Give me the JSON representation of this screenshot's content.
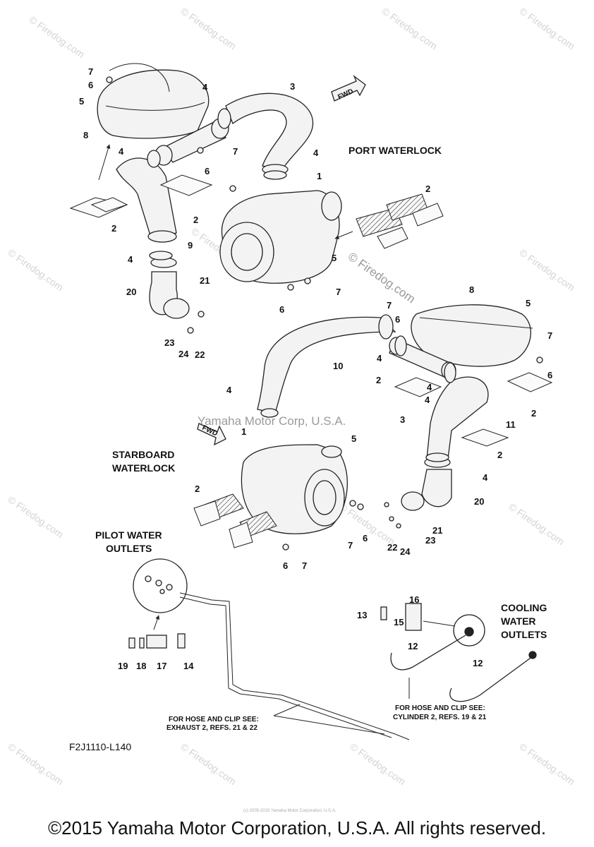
{
  "sections": {
    "port": "PORT WATERLOCK",
    "starboard_1": "STARBOARD",
    "starboard_2": "WATERLOCK",
    "pilot_1": "PILOT WATER",
    "pilot_2": "OUTLETS",
    "cooling_1": "COOLING",
    "cooling_2": "WATER",
    "cooling_3": "OUTLETS"
  },
  "notes": {
    "left_1": "FOR HOSE AND CLIP SEE:",
    "left_2": "EXHAUST 2, REFS. 21 & 22",
    "right_1": "FOR HOSE AND CLIP SEE:",
    "right_2": "CYLINDER 2, REFS. 19 & 21"
  },
  "fwd": "FWD",
  "reference": "F2J1110-L140",
  "watermarks": {
    "firedog": "© Firedog.com",
    "yamaha": "Yamaha Motor Corp, U.S.A."
  },
  "tiny_credit": "(c) 2005-2015 Yamaha Motor Corporation, U.S.A.",
  "copyright": "©2015 Yamaha Motor Corporation, U.S.A. All rights reserved.",
  "callouts": [
    "7",
    "6",
    "5",
    "8",
    "4",
    "3",
    "4",
    "7",
    "6",
    "4",
    "2",
    "2",
    "1",
    "2",
    "9",
    "4",
    "20",
    "21",
    "23",
    "24",
    "22",
    "5",
    "7",
    "6",
    "8",
    "7",
    "6",
    "5",
    "7",
    "6",
    "10",
    "4",
    "2",
    "4",
    "4",
    "11",
    "3",
    "2",
    "2",
    "4",
    "1",
    "5",
    "4",
    "20",
    "21",
    "23",
    "24",
    "22",
    "7",
    "6",
    "2",
    "6",
    "7",
    "16",
    "13",
    "15",
    "12",
    "12",
    "19",
    "18",
    "17",
    "14"
  ]
}
